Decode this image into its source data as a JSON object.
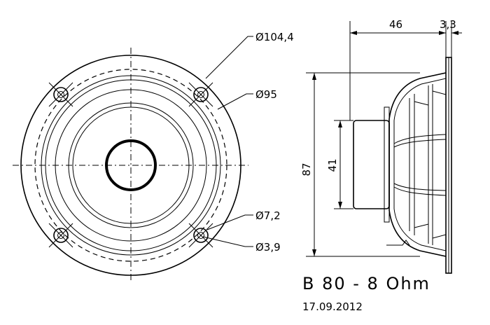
{
  "dimensions": {
    "outer_diameter": "Ø104,4",
    "basket_diameter": "Ø95",
    "mount_hole": "Ø7,2",
    "thread_hole": "Ø3,9",
    "depth": "46",
    "flange": "3,3",
    "height": "87",
    "magnet": "41"
  },
  "title": "B 80 - 8 Ohm",
  "date": "17.09.2012"
}
